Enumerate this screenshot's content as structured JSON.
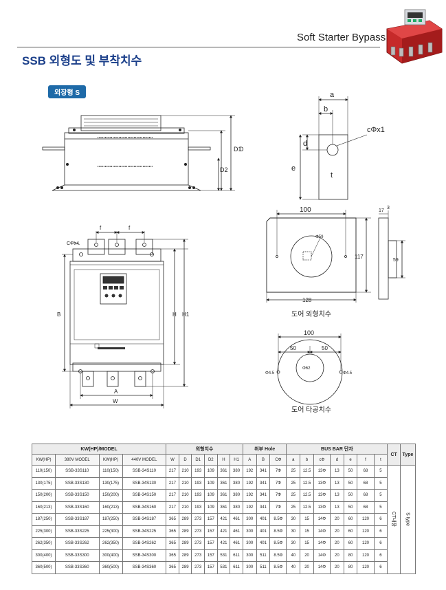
{
  "header": {
    "title": "Soft Starter Bypass"
  },
  "page": {
    "title": "SSB 외형도 및 부착치수",
    "section_tag": "외장형 S"
  },
  "dims_side": {
    "d1": "D1",
    "d": "D",
    "d2": "D2"
  },
  "dims_busbar": {
    "a": "a",
    "b": "b",
    "c": "cΦx1",
    "d": "d",
    "e": "e",
    "t": "t"
  },
  "dims_front": {
    "cx4": "CΦx4",
    "f": "f",
    "b": "B",
    "h": "H",
    "h1": "H1",
    "a": "A",
    "w": "W"
  },
  "ct_outline": {
    "w100": "100",
    "h117": "117",
    "w128": "128",
    "phi59": "Φ59",
    "d17": "17",
    "d3": "3",
    "h59": "59",
    "caption": "도어 외형치수"
  },
  "ct_hole": {
    "w100": "100",
    "w50a": "50",
    "w50b": "50",
    "phi45l": "Φ4.5",
    "phi45r": "Φ4.5",
    "phi62": "Φ62",
    "caption": "도어 타공치수"
  },
  "table": {
    "groups": [
      "KW(HP)/MODEL",
      "외형치수",
      "취부 Hole",
      "BUS BAR 단자",
      "CT",
      "Type"
    ],
    "sub": [
      "KW(HP)",
      "380V MODEL",
      "KW(HP)",
      "440V MODEL",
      "W",
      "D",
      "D1",
      "D2",
      "H",
      "H1",
      "A",
      "B",
      "CΦ",
      "a",
      "b",
      "cΦ",
      "d",
      "e",
      "f",
      "t"
    ],
    "ct_value": "CT내장",
    "type_value": "S type",
    "rows": [
      [
        "110(150)",
        "SSB-33S110",
        "110(150)",
        "SSB-34S110",
        "217",
        "210",
        "193",
        "109",
        "361",
        "380",
        "192",
        "341",
        "7Φ",
        "25",
        "12.5",
        "13Φ",
        "13",
        "50",
        "68",
        "5"
      ],
      [
        "130(175)",
        "SSB-33S130",
        "130(175)",
        "SSB-34S130",
        "217",
        "210",
        "193",
        "109",
        "361",
        "380",
        "192",
        "341",
        "7Φ",
        "25",
        "12.5",
        "13Φ",
        "13",
        "50",
        "68",
        "5"
      ],
      [
        "150(200)",
        "SSB-33S150",
        "150(200)",
        "SSB-34S150",
        "217",
        "210",
        "193",
        "109",
        "361",
        "380",
        "192",
        "341",
        "7Φ",
        "25",
        "12.5",
        "13Φ",
        "13",
        "50",
        "68",
        "5"
      ],
      [
        "160(213)",
        "SSB-33S160",
        "160(213)",
        "SSB-34S160",
        "217",
        "210",
        "193",
        "109",
        "361",
        "380",
        "192",
        "341",
        "7Φ",
        "25",
        "12.5",
        "13Φ",
        "13",
        "50",
        "68",
        "5"
      ],
      [
        "187(250)",
        "SSB-33S187",
        "187(250)",
        "SSB-34S187",
        "365",
        "289",
        "273",
        "157",
        "421",
        "461",
        "300",
        "401",
        "8.5Φ",
        "30",
        "15",
        "14Φ",
        "20",
        "60",
        "120",
        "6"
      ],
      [
        "225(300)",
        "SSB-33S225",
        "225(300)",
        "SSB-34S225",
        "365",
        "289",
        "273",
        "157",
        "421",
        "461",
        "300",
        "401",
        "8.5Φ",
        "30",
        "15",
        "14Φ",
        "20",
        "60",
        "120",
        "6"
      ],
      [
        "262(350)",
        "SSB-33S262",
        "262(350)",
        "SSB-34S262",
        "365",
        "289",
        "273",
        "157",
        "421",
        "461",
        "300",
        "401",
        "8.5Φ",
        "30",
        "15",
        "14Φ",
        "20",
        "60",
        "120",
        "6"
      ],
      [
        "300(400)",
        "SSB-33S300",
        "300(400)",
        "SSB-34S300",
        "365",
        "289",
        "273",
        "157",
        "531",
        "611",
        "300",
        "511",
        "8.5Φ",
        "40",
        "20",
        "14Φ",
        "20",
        "80",
        "120",
        "6"
      ],
      [
        "360(500)",
        "SSB-33S360",
        "360(500)",
        "SSB-34S360",
        "365",
        "289",
        "273",
        "157",
        "531",
        "611",
        "300",
        "511",
        "8.5Φ",
        "40",
        "20",
        "14Φ",
        "20",
        "80",
        "120",
        "6"
      ]
    ]
  }
}
